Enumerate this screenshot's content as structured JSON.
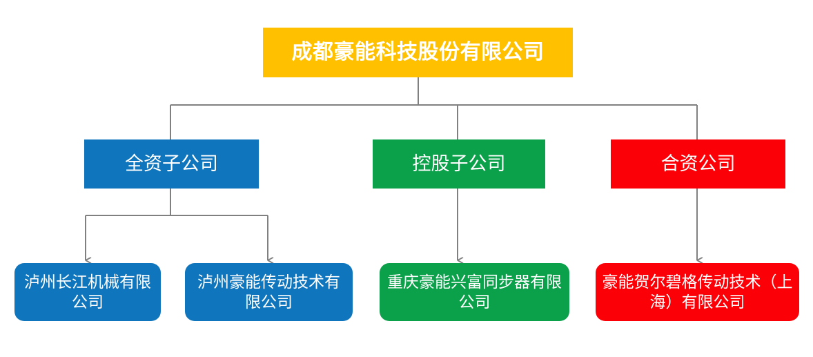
{
  "diagram": {
    "type": "organizational-chart",
    "title_node": {
      "label": "成都豪能科技股份有限公司",
      "color": "#FFC000",
      "text_color": "#FFFFFF"
    },
    "categories": [
      {
        "id": "wholly-owned",
        "label": "全资子公司",
        "color": "#0F75BC",
        "text_color": "#FFFFFF"
      },
      {
        "id": "holding",
        "label": "控股子公司",
        "color": "#0BA04A",
        "text_color": "#FFFFFF"
      },
      {
        "id": "joint-venture",
        "label": "合资公司",
        "color": "#FB0007",
        "text_color": "#FFFFFF"
      }
    ],
    "subsidiaries": [
      {
        "id": "luzhou-changjiang",
        "parent": "wholly-owned",
        "label": "泸州长江机械有限公司",
        "color": "#0F75BC",
        "text_color": "#FFFFFF"
      },
      {
        "id": "luzhou-haoneng",
        "parent": "wholly-owned",
        "label": "泸州豪能传动技术有限公司",
        "color": "#0F75BC",
        "text_color": "#FFFFFF"
      },
      {
        "id": "chongqing-xingfu",
        "parent": "holding",
        "label": "重庆豪能兴富同步器有限公司",
        "color": "#0BA04A",
        "text_color": "#FFFFFF"
      },
      {
        "id": "haoneng-hoerbiger",
        "parent": "joint-venture",
        "label": "豪能贺尔碧格传动技术（上海）有限公司",
        "color": "#FB0007",
        "text_color": "#FFFFFF"
      }
    ],
    "connector": {
      "color": "#808080",
      "width": 2
    }
  }
}
